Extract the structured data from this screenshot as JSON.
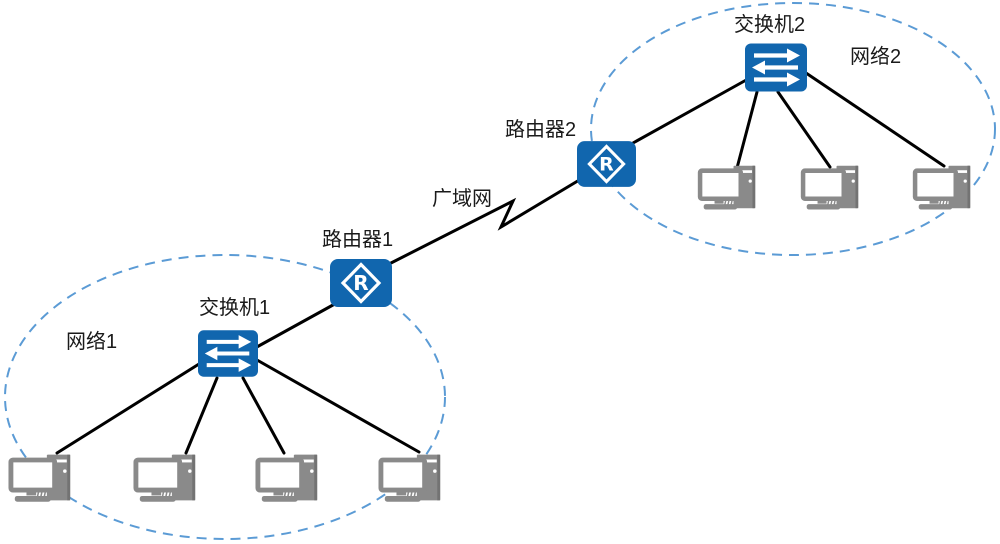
{
  "diagram": {
    "type": "network-topology",
    "description": "Two LANs, each with a switch and computers, connected through two routers over a WAN link",
    "colors": {
      "device_blue": "#1166ae",
      "zone_border_blue": "#5b9bd5",
      "link_black": "#000000",
      "computer_gray": "#8a8a8a",
      "computer_gray_dark": "#737373",
      "label_text": "#1a1a1a",
      "background": "#ffffff"
    },
    "zones": [
      {
        "id": "network1",
        "label": "网络1",
        "computer_count": 4,
        "border_style": "dashed-ellipse"
      },
      {
        "id": "network2",
        "label": "网络2",
        "computer_count": 3,
        "border_style": "dashed-ellipse"
      }
    ],
    "nodes": [
      {
        "id": "switch1",
        "type": "switch",
        "label": "交换机1",
        "icon": "switch-icon",
        "zone": "network1"
      },
      {
        "id": "router1",
        "type": "router",
        "label": "路由器1",
        "icon": "router-icon",
        "zone": "network1-edge"
      },
      {
        "id": "router2",
        "type": "router",
        "label": "路由器2",
        "icon": "router-icon",
        "zone": "network2-edge"
      },
      {
        "id": "switch2",
        "type": "switch",
        "label": "交换机2",
        "icon": "switch-icon",
        "zone": "network2"
      }
    ],
    "wan_link": {
      "label": "广域网",
      "style": "lightning-zigzag",
      "between": [
        "路由器1",
        "路由器2"
      ]
    },
    "edges": [
      "交换机1-计算机1",
      "交换机1-计算机2",
      "交换机1-计算机3",
      "交换机1-计算机4",
      "交换机1-路由器1",
      "路由器1-路由器2(广域网)",
      "路由器2-交换机2",
      "交换机2-计算机5",
      "交换机2-计算机6",
      "交换机2-计算机7"
    ]
  }
}
